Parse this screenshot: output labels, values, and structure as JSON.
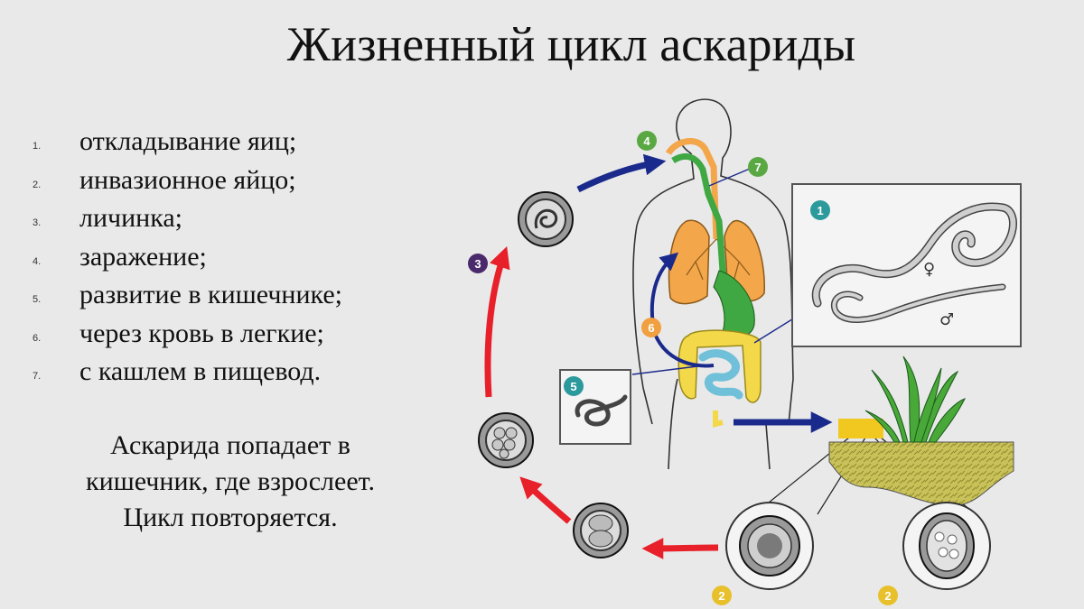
{
  "title": "Жизненный цикл аскариды",
  "stages": [
    {
      "num": "1.",
      "text": "откладывание яиц;"
    },
    {
      "num": "2.",
      "text": "инвазионное яйцо;"
    },
    {
      "num": "3.",
      "text": "личинка;"
    },
    {
      "num": "4.",
      "text": "заражение;"
    },
    {
      "num": "5.",
      "text": "развитие в кишечнике;"
    },
    {
      "num": "6.",
      "text": "через кровь в легкие;"
    },
    {
      "num": "7.",
      "text": "с кашлем в пищевод."
    }
  ],
  "summary": [
    "Аскарида попадает в",
    "кишечник, где взрослеет.",
    "Цикл повторяется."
  ],
  "badges": {
    "b1": "1",
    "b2a": "2",
    "b2b": "2",
    "b3": "3",
    "b4": "4",
    "b5": "5",
    "b6": "6",
    "b7": "7"
  },
  "symbols": {
    "female": "♀",
    "male": "♂"
  },
  "colors": {
    "badge1": "#2c9a9c",
    "badge2": "#e8c02c",
    "badge3": "#4a2a6b",
    "badge4": "#5aa843",
    "badge5": "#2c9a9c",
    "badge6": "#f0a040",
    "badge7": "#5aa843",
    "lungs": "#f3a64a",
    "trachea": "#f3a64a",
    "esophagus": "#3fa843",
    "stomach": "#3fa843",
    "large_intestine": "#f3d84a",
    "small_intestine": "#6fc0d8",
    "arrow_red": "#e8202a",
    "arrow_blue": "#1a2a8c",
    "soil": "#c9c25a",
    "grass": "#48a838",
    "egg_site": "#f0c820"
  }
}
